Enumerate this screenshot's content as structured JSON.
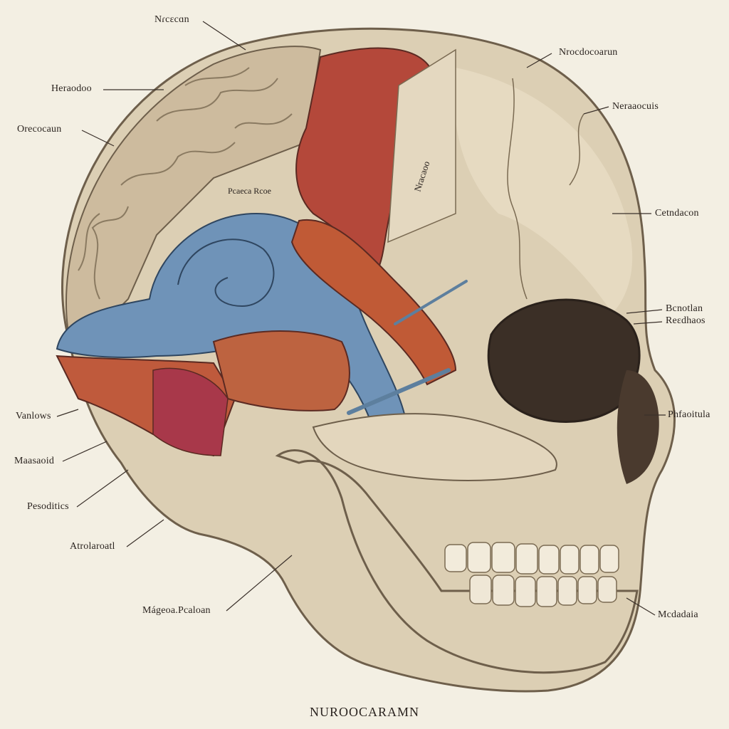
{
  "colors": {
    "background": "#f3efe3",
    "bone": "#d9ccb2",
    "bone_shade": "#b8a68a",
    "brain": "#cbb89c",
    "muscle_red": "#b4483a",
    "muscle_orange": "#c05a36",
    "blue_tissue": "#6f93b8"
  },
  "labels": {
    "l1": "Nɾcɛcɑn",
    "l2": "Heraodoo",
    "l3": "Orecocaun",
    "l4": "Nrocdocoarun",
    "l5": "Neraaocuis",
    "l6": "Cetndacon",
    "l7": "Bcnotlan",
    "l8": "Reɛdhaos",
    "l9": "Phfaoitula",
    "l10": "Vanlows",
    "l11": "Maasaoid",
    "l12": "Pesoditics",
    "l13": "Atrolaroatl",
    "l14": "Mágeoa.Pcaloan",
    "l15": "Mcdadaia"
  },
  "inline_labels": {
    "brain_cap": "Pcaeca Rcoe",
    "parietal_vertical": "Nracaoo"
  },
  "title": "NUROOCARAMN"
}
